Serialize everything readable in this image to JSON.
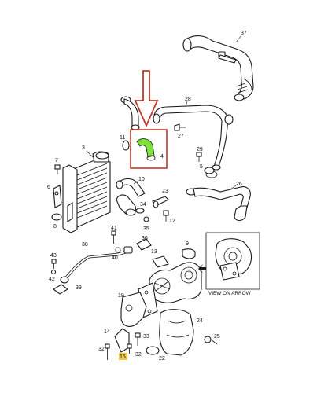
{
  "diagram": {
    "highlight_color": "#7ee03a",
    "arrow_color": "#c0392b",
    "callout_color": "#f2c94c",
    "inset_caption": "VIEW ON ARROW",
    "labels": {
      "p37": "37",
      "p28": "28",
      "p11": "11",
      "p27": "27",
      "p4": "4",
      "p3": "3",
      "p7": "7",
      "p29": "29",
      "p5": "5",
      "p10": "10",
      "p26": "26",
      "p6": "6",
      "p8": "8",
      "p23": "23",
      "p34": "34",
      "p35": "35",
      "p12": "12",
      "p41": "41",
      "p38": "38",
      "p40": "40",
      "p43": "43",
      "p42": "42",
      "p39": "39",
      "p36": "36",
      "p13": "13",
      "p9": "9",
      "p19": "19",
      "p24": "24",
      "p14": "14",
      "p33": "33",
      "p25": "25",
      "p32a": "32",
      "p32b": "32",
      "p22": "22",
      "p15": "15"
    }
  }
}
